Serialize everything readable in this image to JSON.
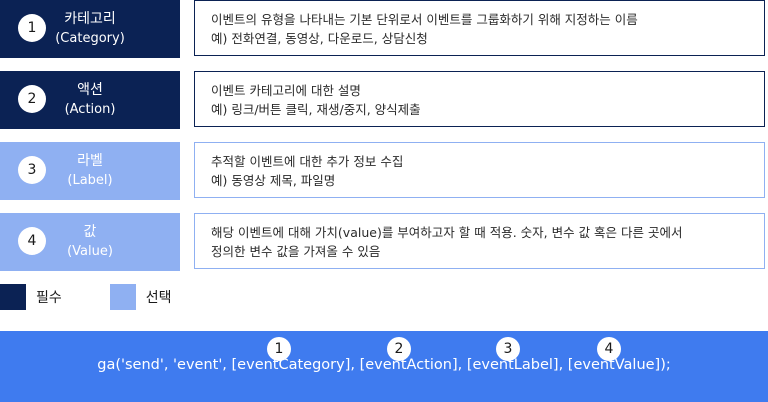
{
  "colors": {
    "required": "#0b2254",
    "optional": "#8fb0f2",
    "code_panel": "#3f7bef"
  },
  "rows": [
    {
      "num": "1",
      "name": "카테고리",
      "sub": "(Category)",
      "type": "required",
      "line1": "이벤트의 유형을 나타내는 기본 단위로서 이벤트를 그룹화하기 위해 지정하는 이름",
      "line2": "예) 전화연결, 동영상, 다운로드, 상담신청"
    },
    {
      "num": "2",
      "name": "액션",
      "sub": "(Action)",
      "type": "required",
      "line1": "이벤트 카테고리에 대한 설명",
      "line2": "예) 링크/버튼 클릭, 재생/중지, 양식제출"
    },
    {
      "num": "3",
      "name": "라벨",
      "sub": "(Label)",
      "type": "optional",
      "line1": "추적할 이벤트에 대한 추가 정보 수집",
      "line2": "예) 동영상 제목, 파일명"
    },
    {
      "num": "4",
      "name": "값",
      "sub": "(Value)",
      "type": "optional",
      "line1": "해당 이벤트에 대해 가치(value)를 부여하고자 할 때 적용. 숫자, 변수 값 혹은 다른 곳에서",
      "line2": "정의한 변수 값을 가져올 수 있음"
    }
  ],
  "legend": {
    "required": "필수",
    "optional": "선택"
  },
  "code": {
    "text": "ga('send', 'event', [eventCategory], [eventAction], [eventLabel], [eventValue]);",
    "markers": [
      "1",
      "2",
      "3",
      "4"
    ]
  }
}
